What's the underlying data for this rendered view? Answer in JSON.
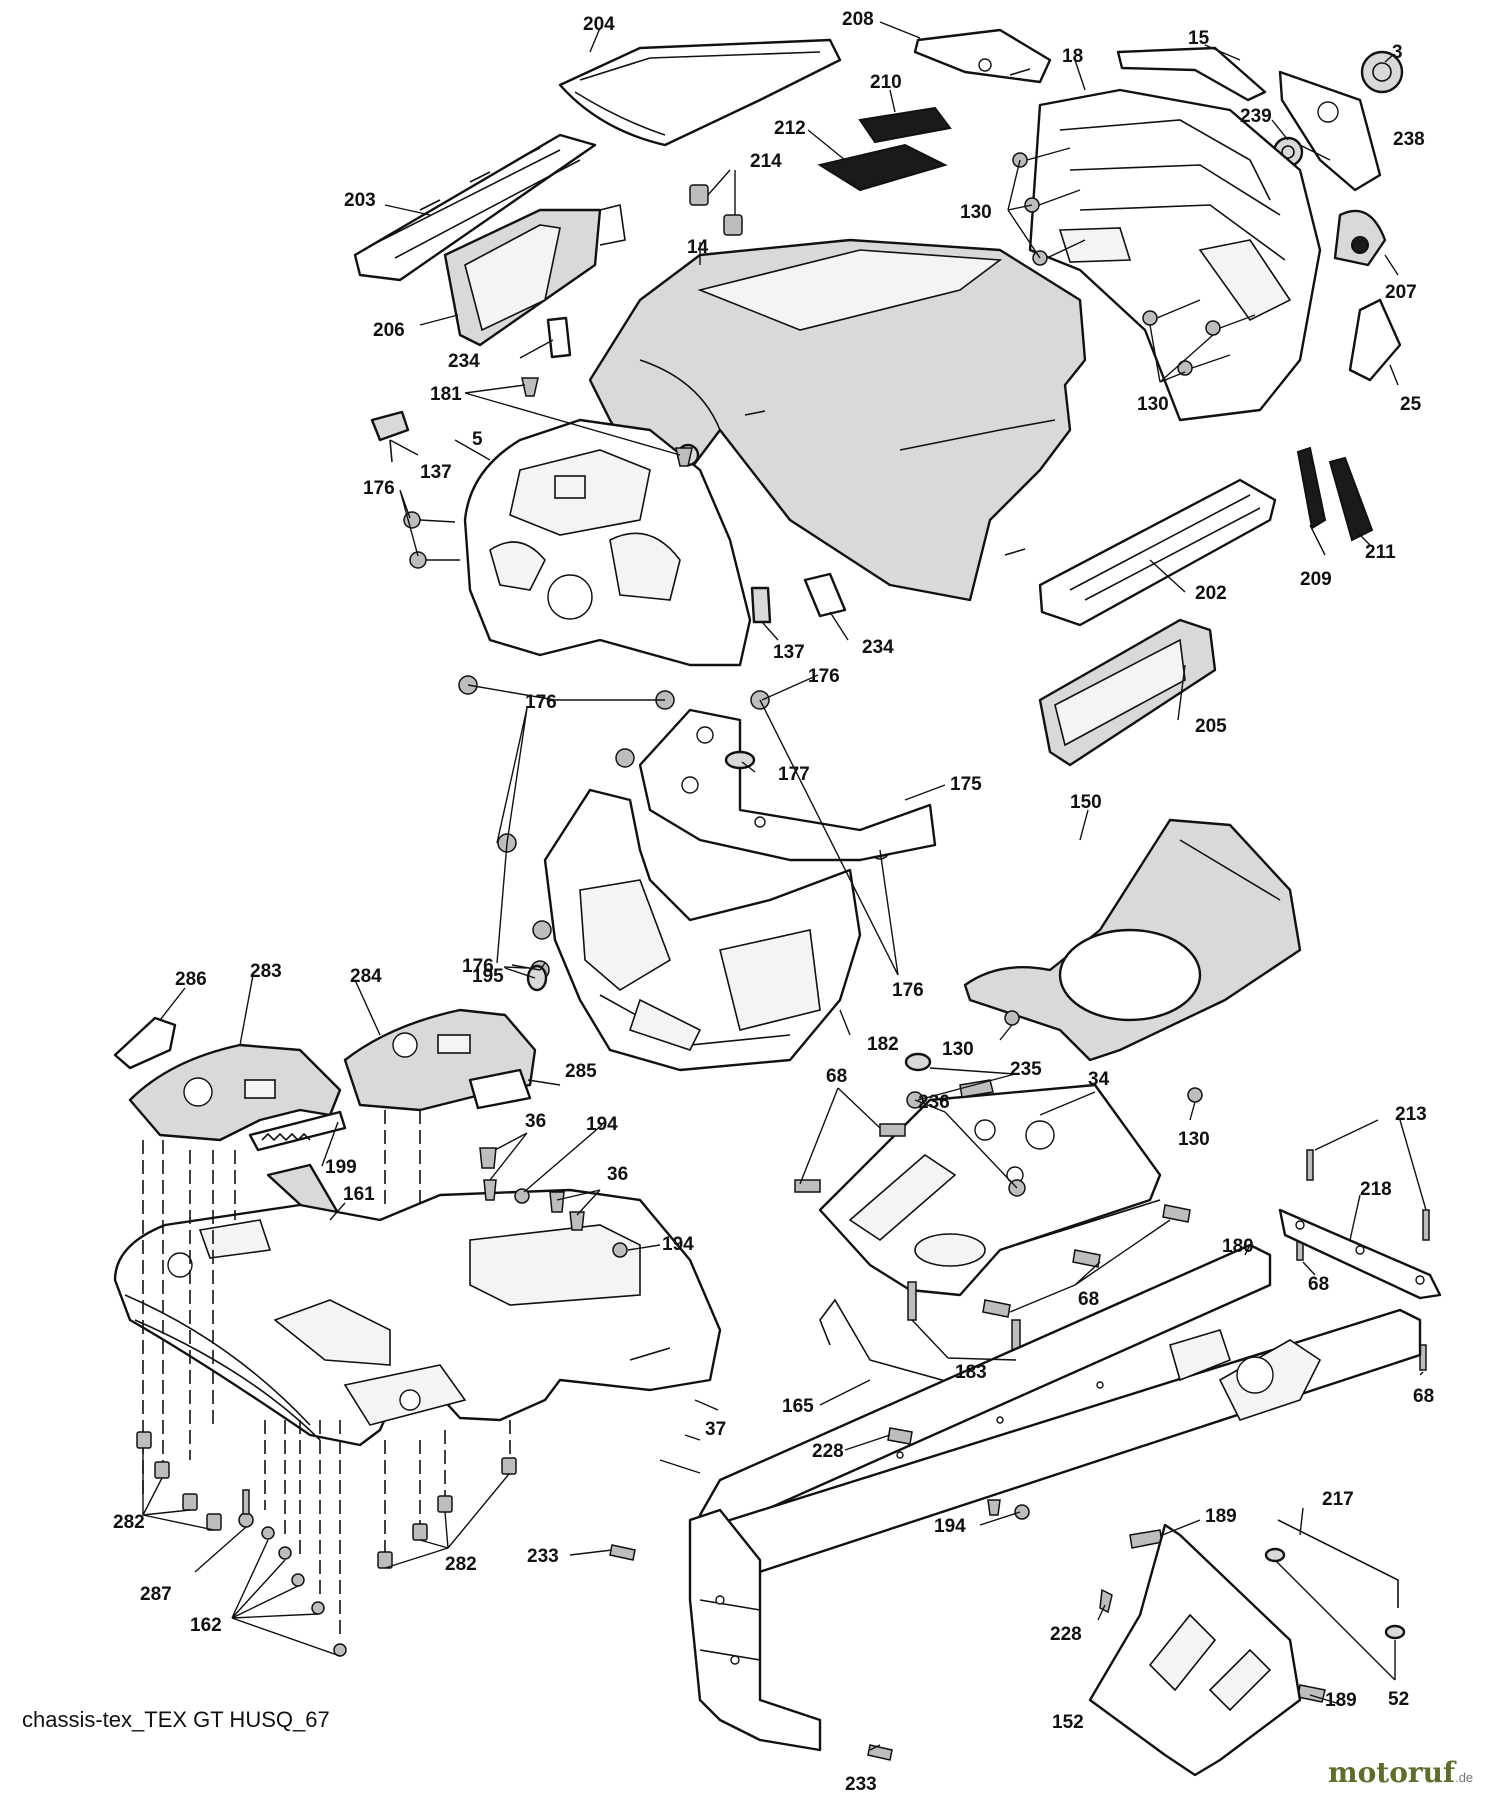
{
  "diagram": {
    "caption": "chassis-tex_TEX GT HUSQ_67",
    "watermark": {
      "name": "motoruf",
      "tld": ".de",
      "color": "#5a6f2a"
    },
    "callouts": [
      "204",
      "208",
      "15",
      "3",
      "18",
      "210",
      "212",
      "214",
      "239",
      "238",
      "203",
      "14",
      "130",
      "207",
      "206",
      "234",
      "25",
      "181",
      "137",
      "5",
      "176",
      "209",
      "211",
      "202",
      "137",
      "234",
      "176",
      "176",
      "205",
      "177",
      "175",
      "150",
      "195",
      "176",
      "176",
      "182",
      "130",
      "286",
      "283",
      "284",
      "285",
      "36",
      "194",
      "199",
      "161",
      "36",
      "194",
      "68",
      "235",
      "34",
      "236",
      "213",
      "218",
      "180",
      "68",
      "68",
      "68",
      "183",
      "165",
      "37",
      "228",
      "194",
      "189",
      "217",
      "233",
      "228",
      "282",
      "287",
      "162",
      "282",
      "52",
      "189",
      "152",
      "233",
      "130"
    ]
  }
}
